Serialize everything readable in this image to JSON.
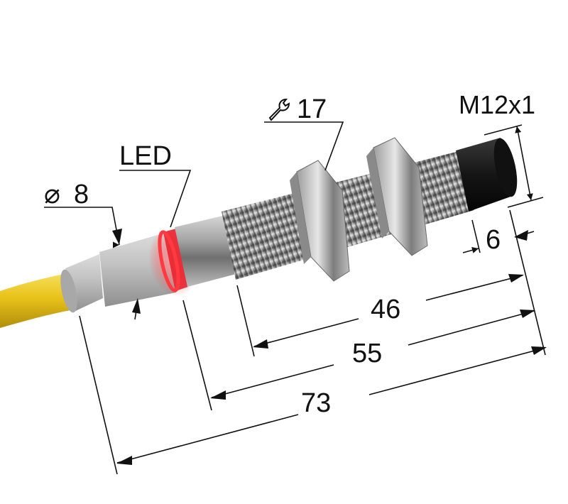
{
  "labels": {
    "diameter_symbol": "⌀",
    "diameter": "8",
    "led": "LED",
    "wrench_size": "17",
    "thread": "M12x1"
  },
  "dimensions": {
    "d46": "46",
    "d55": "55",
    "d73": "73",
    "d6": "6"
  },
  "colors": {
    "cable": "#e8c21a",
    "sleeve": "#b9b9b9",
    "led_ring": "#e8202a",
    "metal": "#a7a7a7",
    "cap": "#151515",
    "line": "#111111"
  },
  "icons": {
    "wrench": "wrench-icon"
  }
}
